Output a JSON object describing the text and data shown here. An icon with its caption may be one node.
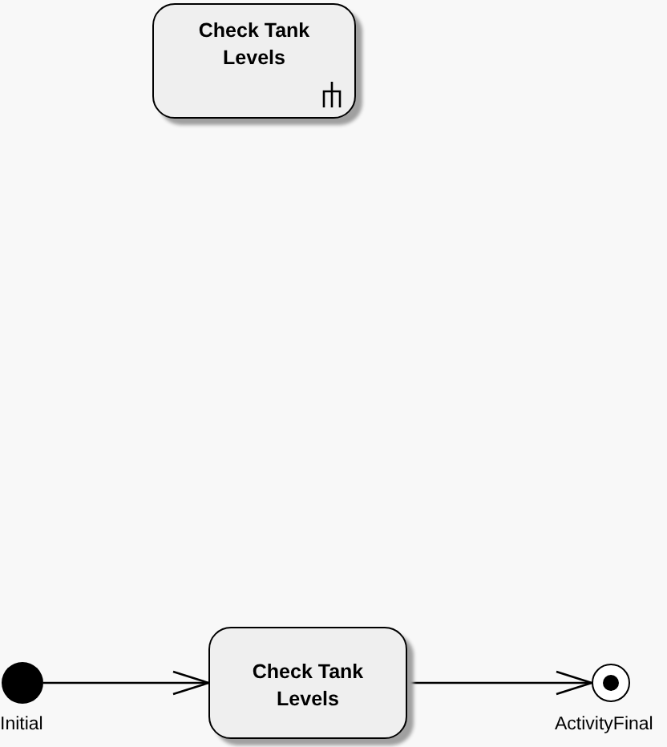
{
  "diagram": {
    "nodes": [
      {
        "text": [
          "Check Tank Levels"
        ]
      },
      {
        "text": [],
        "shape": "circle",
        "beside": [
          "Initial"
        ]
      },
      {
        "text": [
          "Check Tank Levels"
        ]
      },
      {
        "text": [],
        "shape": "circle",
        "beside": [
          "ActivityFinal"
        ]
      }
    ],
    "edges": [
      {
        "from": 1,
        "to": 2,
        "arrow": "to"
      },
      {
        "from": 2,
        "to": 3,
        "arrow": "to"
      }
    ]
  }
}
